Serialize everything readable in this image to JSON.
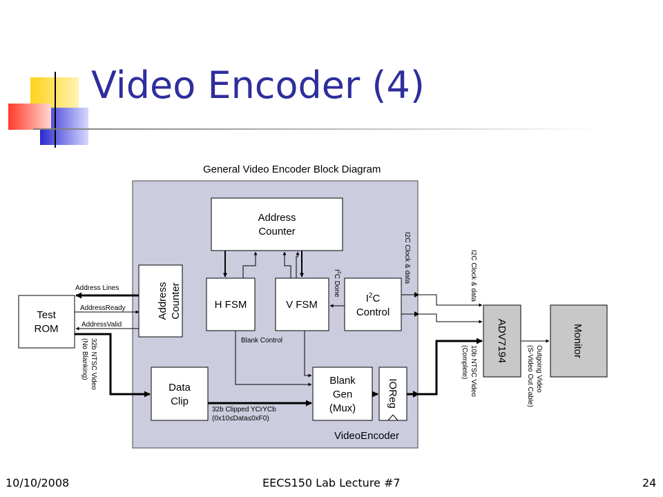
{
  "slide": {
    "title": "Video Encoder (4)",
    "footer_date": "10/10/2008",
    "footer_course": "EECS150 Lab Lecture #7",
    "footer_page": "24"
  },
  "diagram": {
    "heading": "General Video Encoder Block Diagram",
    "container_label": "VideoEncoder",
    "blocks": {
      "test_rom": [
        "Test",
        "ROM"
      ],
      "address_counter_top": [
        "Address",
        "Counter"
      ],
      "address_counter_side": [
        "Address",
        "Counter"
      ],
      "h_fsm": "H FSM",
      "v_fsm": "V FSM",
      "i2c_control_line1": "I",
      "i2c_control_sup": "2",
      "i2c_control_rest": "C",
      "i2c_control_line2": "Control",
      "data_clip": [
        "Data",
        "Clip"
      ],
      "blank_gen": [
        "Blank",
        "Gen",
        "(Mux)"
      ],
      "ioreg": "IOReg",
      "adv7194": "ADV7194",
      "monitor": "Monitor"
    },
    "signals": {
      "address_lines": "Address Lines",
      "address_ready": "AddressReady",
      "address_valid": "AddressValid",
      "ntsc_32b_line1": "32b NTSC Video",
      "ntsc_32b_line2": "(No Blanking)",
      "i2c_done_pre": "I",
      "i2c_done_sup": "2",
      "i2c_done_post": "C Done",
      "i2c_clock_data_inner": "I2C Clock & data",
      "i2c_clock_data_outer": "I2C Clock & data",
      "blank_control": "Blank Control",
      "clipped_line1": "32b Clipped YCrYCb",
      "clipped_line2": "(0x10≤Data≤0xF0)",
      "ntsc_10b_line1": "10b NTSC Video",
      "ntsc_10b_line2": "(Complete)",
      "outgoing_line1": "Outgoing Video",
      "outgoing_line2": "(S-Video Out Cable)"
    }
  },
  "colors": {
    "title": "#2e2e9c",
    "container_fill": "#ccccdf",
    "monitor_fill": "#c8c8c8",
    "logo_yellow": "#ffd21a",
    "logo_blue": "#2a2ad0",
    "logo_red": "#ff3a2a"
  }
}
